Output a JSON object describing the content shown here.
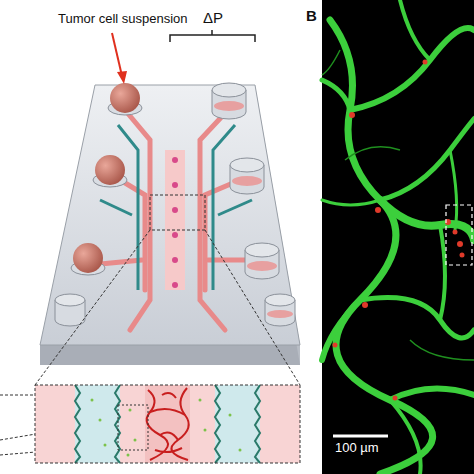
{
  "diagram": {
    "labels": [
      "Tumor cell suspension",
      "ΔP",
      "B",
      "100 µm"
    ]
  }
}
